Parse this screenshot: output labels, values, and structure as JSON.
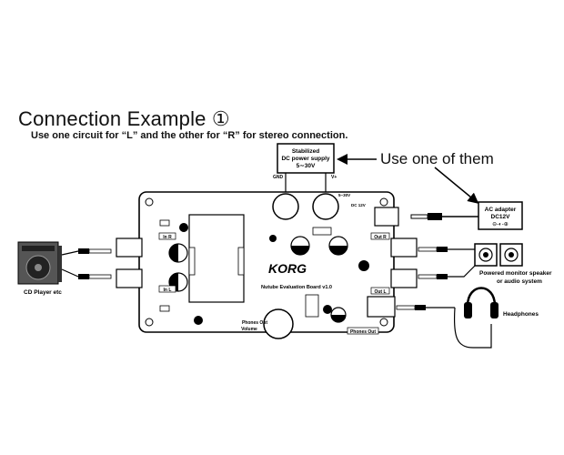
{
  "title": "Connection Example",
  "title_marker": "①",
  "subtitle": "Use one circuit for “L” and the other for “R” for stereo connection.",
  "callout": "Use one of them",
  "power_supply": {
    "line1": "Stabilized",
    "line2": "DC power supply",
    "line3": "5∼30V",
    "gnd": "GND",
    "vplus": "V+"
  },
  "ac_adapter": {
    "line1": "AC adapter",
    "line2": "DC12V",
    "symbol": "⊖-◐-⊕"
  },
  "cd_player": "CD Player etc",
  "monitor": {
    "line1": "Powered monitor speaker",
    "line2": "or audio system"
  },
  "headphones": "Headphones",
  "board": {
    "brand": "KORG",
    "name": "Nutube Evaluation Board v1.0",
    "in_r": "In R",
    "in_l": "In L",
    "out_r": "Out R",
    "out_l": "Out L",
    "phones_out_volume_1": "Phones Out",
    "phones_out_volume_2": "Volume",
    "phones_out": "Phones Out",
    "dc_label": "DC 12V",
    "vin_label": "5~30V"
  }
}
